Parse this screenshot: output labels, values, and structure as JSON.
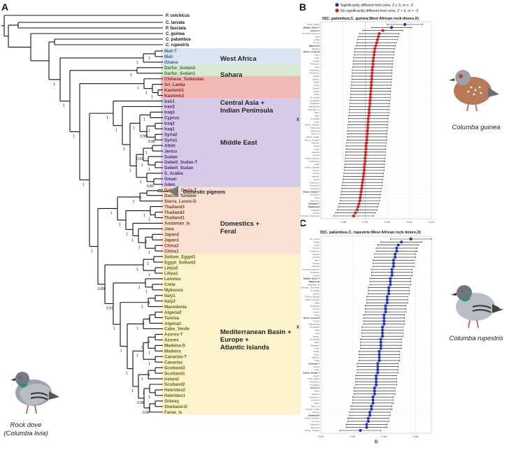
{
  "panels": {
    "a": "A",
    "b": "B",
    "c": "C"
  },
  "outgroups": [
    "P. colchicus",
    "C. larvata",
    "P. fasciata",
    "C. guinea",
    "C. palumbus",
    "C. rupestris"
  ],
  "tips": [
    "Mali-T",
    "Mali",
    "Ghana",
    "Darfur_Sudan2",
    "Darfur_Sudan1",
    "Chinese_Turkestan",
    "Sri_Lanka",
    "Kashmir1",
    "Kashmir2",
    "Iran1",
    "Iran2",
    "Iraq3",
    "Cyprus",
    "Iraq2",
    "Iraq1",
    "Syria2",
    "Syria1",
    "Athlit",
    "Jerico",
    "Sudan",
    "Gebeit_Sudan-T",
    "Gebeit_Sudan",
    "S_Arabia",
    "Oman",
    "Aden",
    "Dakhla_Oasis-T",
    "Danish Tumbler",
    "Sierra_Leone-D",
    "Thailand3",
    "Thailand2",
    "Thailand1",
    "Andaman_Is",
    "Java",
    "Japan2",
    "Japan1",
    "China2",
    "China1",
    "Sollum_Egypt1",
    "Egypt_Sollum2",
    "Libya2",
    "Libya1",
    "Lemnos",
    "Crete",
    "Mykonos",
    "Italy1",
    "Italy2",
    "Macedonia",
    "Algeria2",
    "Tunisia",
    "Algeria1",
    "Cabo_Verde",
    "Azores-T",
    "Azores",
    "Madeira-D",
    "Madeira",
    "Canarias-T",
    "Canarias",
    "Scotland3",
    "Scotland1",
    "Ireland",
    "Scotland2",
    "Hebrides2",
    "Hebrides1",
    "Orkney",
    "Shetland-D",
    "Faroe_Is"
  ],
  "collapsed_label": "Domestic pigeons",
  "supports": [
    "1",
    "1",
    "1",
    "1",
    "1",
    "1",
    "1",
    "1",
    "0.98",
    "0.98",
    "1",
    "1",
    "1",
    "1",
    "0.91",
    "0.89",
    "1",
    "1",
    "1",
    "1",
    "1",
    "1",
    "1",
    "1",
    "1",
    "1",
    "1",
    "1",
    "1",
    "1",
    "1",
    "1",
    "1",
    "1",
    "1",
    "1",
    "1",
    "1",
    "1",
    "1",
    "1",
    "1",
    "1",
    "1"
  ],
  "regions": {
    "west_africa": "West Africa",
    "sahara": "Sahara",
    "central_asia": [
      "Central Asia +",
      "Indian Peninsula"
    ],
    "middle_east": "Middle East",
    "domestics": [
      "Domestics +",
      "Feral"
    ],
    "mediterranean": [
      "Mediterranean Basin +",
      "Europe +",
      "Atlantic Islands"
    ]
  },
  "region_colors": {
    "west_africa": "#dce6f2",
    "sahara": "#d9ead3",
    "central_asia": "#f1b9b4",
    "middle_east": "#d7c9e8",
    "domestics": "#fbe1d3",
    "mediterranean": "#fdf3cc"
  },
  "tip_colors": {
    "west_africa": "#3a5a8c",
    "sahara": "#3d6b3d",
    "central_asia": "#8b1e1e",
    "middle_east": "#4b2a78",
    "domestics": "#7a3b1c",
    "mediterranean": "#6b5a10"
  },
  "rock_dove_caption": [
    "Rock dove",
    "(Columba livia)"
  ],
  "legend": {
    "blue": "Significantly different from zero, Z ≥ 3, or ≤ -3",
    "red": "No significantly different from zero, Z < 3, or > -3"
  },
  "legend_colors": {
    "blue": "#2230b8",
    "red": "#cc1f1f"
  },
  "species_b": "Columba guinea",
  "species_c": "Columba rupestris",
  "chart_data": [
    {
      "type": "scatter",
      "title": "D(C. palumbus,C. guinea;West African rock doves,X)",
      "xlabel": "",
      "ylabel": "X",
      "xlim": [
        -0.1,
        0.15
      ],
      "xticks": [
        "-0.05",
        "0.00",
        "0.05",
        "0.10",
        "0.15"
      ],
      "xtick_values": [
        -0.05,
        0,
        0.05,
        0.1,
        0.15
      ],
      "categories": [
        "Cabo_Verde",
        "Dakhla_Oasis-T",
        "Azores-T",
        "Domestic pigeons",
        "Java",
        "Athlit",
        "Azores",
        "Madeira-D",
        "Madeira",
        "Sierra_Leone-D",
        "Iran1",
        "Aden",
        "Ireland",
        "Thailand3",
        "Iran2",
        "Hebrides2",
        "Hebrides1",
        "Libya1",
        "Japan1",
        "Syria1",
        "Crete",
        "China2",
        "Libya2",
        "Jerico",
        "Sri_Lanka",
        "Scotland2",
        "Thailand3",
        "Macedonia",
        "Andaman_Is",
        "Italy1",
        "Iraq1",
        "S_Arabia",
        "Oman",
        "Darfur_Sudan1",
        "Thailand1",
        "Mykonos",
        "Faroe_Is",
        "Gebeit_Sudan",
        "Darfur_Sudan2",
        "Algeria1",
        "Syria2",
        "Italy2",
        "Algeria2",
        "Cyprus",
        "Sollum_Egypt1",
        "Hebrides1",
        "Iraq3",
        "Sollum_Egypt2",
        "Orkney",
        "Cyprus",
        "Algeria1",
        "Libya2",
        "Hebrides2",
        "Scotland3",
        "Kashmir1",
        "Gebeit_Sudan-T",
        "Scotland1",
        "Iraq2",
        "Kashmir2",
        "Canarias-T",
        "Shetland-D",
        "Canarias",
        "Tunisia",
        "Chinese_Turkestan"
      ],
      "values": [
        0.09,
        0.06,
        0.04,
        0.032,
        0.03,
        0.028,
        0.026,
        0.024,
        0.022,
        0.021,
        0.02,
        0.019,
        0.018,
        0.018,
        0.017,
        0.016,
        0.016,
        0.015,
        0.015,
        0.014,
        0.014,
        0.013,
        0.013,
        0.012,
        0.012,
        0.011,
        0.011,
        0.01,
        0.009,
        0.009,
        0.008,
        0.007,
        0.007,
        0.006,
        0.006,
        0.005,
        0.005,
        0.004,
        0.004,
        0.003,
        0.002,
        0.002,
        0.001,
        0.001,
        0,
        0,
        -0.001,
        -0.002,
        -0.002,
        -0.003,
        -0.004,
        -0.005,
        -0.006,
        -0.007,
        -0.008,
        -0.009,
        -0.01,
        -0.011,
        -0.012,
        -0.014,
        -0.016,
        -0.018,
        -0.022,
        -0.026
      ],
      "errors": [
        0.04,
        0.045,
        0.045,
        0.045,
        0.045,
        0.045,
        0.045,
        0.045,
        0.045,
        0.045,
        0.045,
        0.045,
        0.045,
        0.045,
        0.045,
        0.045,
        0.045,
        0.045,
        0.045,
        0.045,
        0.045,
        0.045,
        0.045,
        0.045,
        0.045,
        0.045,
        0.045,
        0.045,
        0.045,
        0.045,
        0.045,
        0.045,
        0.045,
        0.045,
        0.045,
        0.045,
        0.045,
        0.045,
        0.045,
        0.045,
        0.045,
        0.045,
        0.045,
        0.045,
        0.045,
        0.045,
        0.045,
        0.045,
        0.045,
        0.045,
        0.045,
        0.045,
        0.045,
        0.045,
        0.045,
        0.045,
        0.045,
        0.045,
        0.045,
        0.045,
        0.045,
        0.045,
        0.045,
        0.045
      ],
      "significant": [
        true,
        true,
        false,
        false,
        false,
        false,
        false,
        false,
        false,
        false,
        false,
        false,
        false,
        false,
        false,
        false,
        false,
        false,
        false,
        false,
        false,
        false,
        false,
        false,
        false,
        false,
        false,
        false,
        false,
        false,
        false,
        false,
        false,
        false,
        false,
        false,
        false,
        false,
        false,
        false,
        false,
        false,
        false,
        false,
        false,
        false,
        false,
        false,
        false,
        false,
        false,
        false,
        false,
        false,
        false,
        false,
        false,
        false,
        false,
        false,
        false,
        false,
        false,
        false
      ],
      "bold_labels": [
        "Dakhla_Oasis-T",
        "Azores-T",
        "Madeira-D",
        "Sierra_Leone-D",
        "Gebeit_Sudan-T",
        "Canarias-T",
        "Shetland-D"
      ],
      "grid": true
    },
    {
      "type": "scatter",
      "title": "D(C. palumbus,C. rupestris;West African rock doves,X)",
      "xlabel": "D",
      "ylabel": "X",
      "xlim": [
        0,
        0.07
      ],
      "xticks": [
        "0.00",
        "0.02",
        "0.04",
        "0.06"
      ],
      "xtick_values": [
        0,
        0.02,
        0.04,
        0.06
      ],
      "categories": [
        "Sri_Lanka",
        "Oman",
        "Iran2",
        "China1",
        "Kashmir1",
        "Japan2",
        "Cyprus",
        "Iran1",
        "China2",
        "Algeria2",
        "Domestic pigeons",
        "Thailand1",
        "Ireland",
        "Dakhla_Oasis-T",
        "Madeira-D",
        "Andaman_Is",
        "Chinese_Turkestan",
        "S_Arabia",
        "Libya1",
        "Sollum_Egypt1",
        "Sollum_Egypt2",
        "Iraq3",
        "Thailand2",
        "Azores",
        "Libya2",
        "Iraq1",
        "Sierra_Leone-D",
        "Tunisia",
        "Macedonia",
        "Scotland2",
        "Athlit",
        "Java",
        "Japan1",
        "Scotland3",
        "Italy2",
        "Thailand3",
        "Crete",
        "Sudan",
        "Jerico",
        "Algeria1",
        "Iraq2",
        "Canarias-T",
        "Libya1",
        "Aden",
        "Gebeit_Sudan-T",
        "Syria1",
        "Cabo_Verde",
        "Hebrides2",
        "Scotland1",
        "Azores-T",
        "Italy2",
        "Madeira",
        "Hebrides1",
        "Canarias",
        "Italy1",
        "Faroe_Is",
        "Gebeit_Sudan",
        "Orkney",
        "Shetland-D",
        "Darfur_Sudan2",
        "Lemnos",
        "Kashmir2",
        "Mykonos",
        "Darfur_Sudan1"
      ],
      "values": [
        0.057,
        0.051,
        0.049,
        0.048,
        0.048,
        0.047,
        0.047,
        0.046,
        0.046,
        0.046,
        0.045,
        0.045,
        0.045,
        0.044,
        0.044,
        0.044,
        0.043,
        0.043,
        0.043,
        0.042,
        0.042,
        0.042,
        0.041,
        0.041,
        0.041,
        0.04,
        0.04,
        0.04,
        0.04,
        0.039,
        0.039,
        0.039,
        0.039,
        0.038,
        0.038,
        0.038,
        0.038,
        0.037,
        0.037,
        0.037,
        0.037,
        0.036,
        0.036,
        0.036,
        0.036,
        0.035,
        0.035,
        0.035,
        0.035,
        0.034,
        0.034,
        0.034,
        0.033,
        0.033,
        0.033,
        0.032,
        0.032,
        0.031,
        0.031,
        0.03,
        0.03,
        0.029,
        0.029,
        0.025
      ],
      "errors": [
        0.013,
        0.013,
        0.013,
        0.013,
        0.013,
        0.013,
        0.013,
        0.013,
        0.013,
        0.013,
        0.013,
        0.013,
        0.013,
        0.013,
        0.013,
        0.013,
        0.013,
        0.013,
        0.013,
        0.013,
        0.013,
        0.013,
        0.013,
        0.013,
        0.013,
        0.013,
        0.013,
        0.013,
        0.013,
        0.013,
        0.013,
        0.013,
        0.013,
        0.013,
        0.013,
        0.013,
        0.013,
        0.013,
        0.013,
        0.013,
        0.013,
        0.013,
        0.013,
        0.013,
        0.013,
        0.013,
        0.013,
        0.013,
        0.013,
        0.013,
        0.013,
        0.013,
        0.013,
        0.013,
        0.013,
        0.013,
        0.013,
        0.013,
        0.013,
        0.013,
        0.013,
        0.013,
        0.013,
        0.013
      ],
      "bold_labels": [
        "Dakhla_Oasis-T",
        "Madeira-D",
        "Sierra_Leone-D",
        "Canarias-T",
        "Gebeit_Sudan-T",
        "Azores-T",
        "Shetland-D"
      ],
      "all_significant": true,
      "grid": true
    }
  ]
}
